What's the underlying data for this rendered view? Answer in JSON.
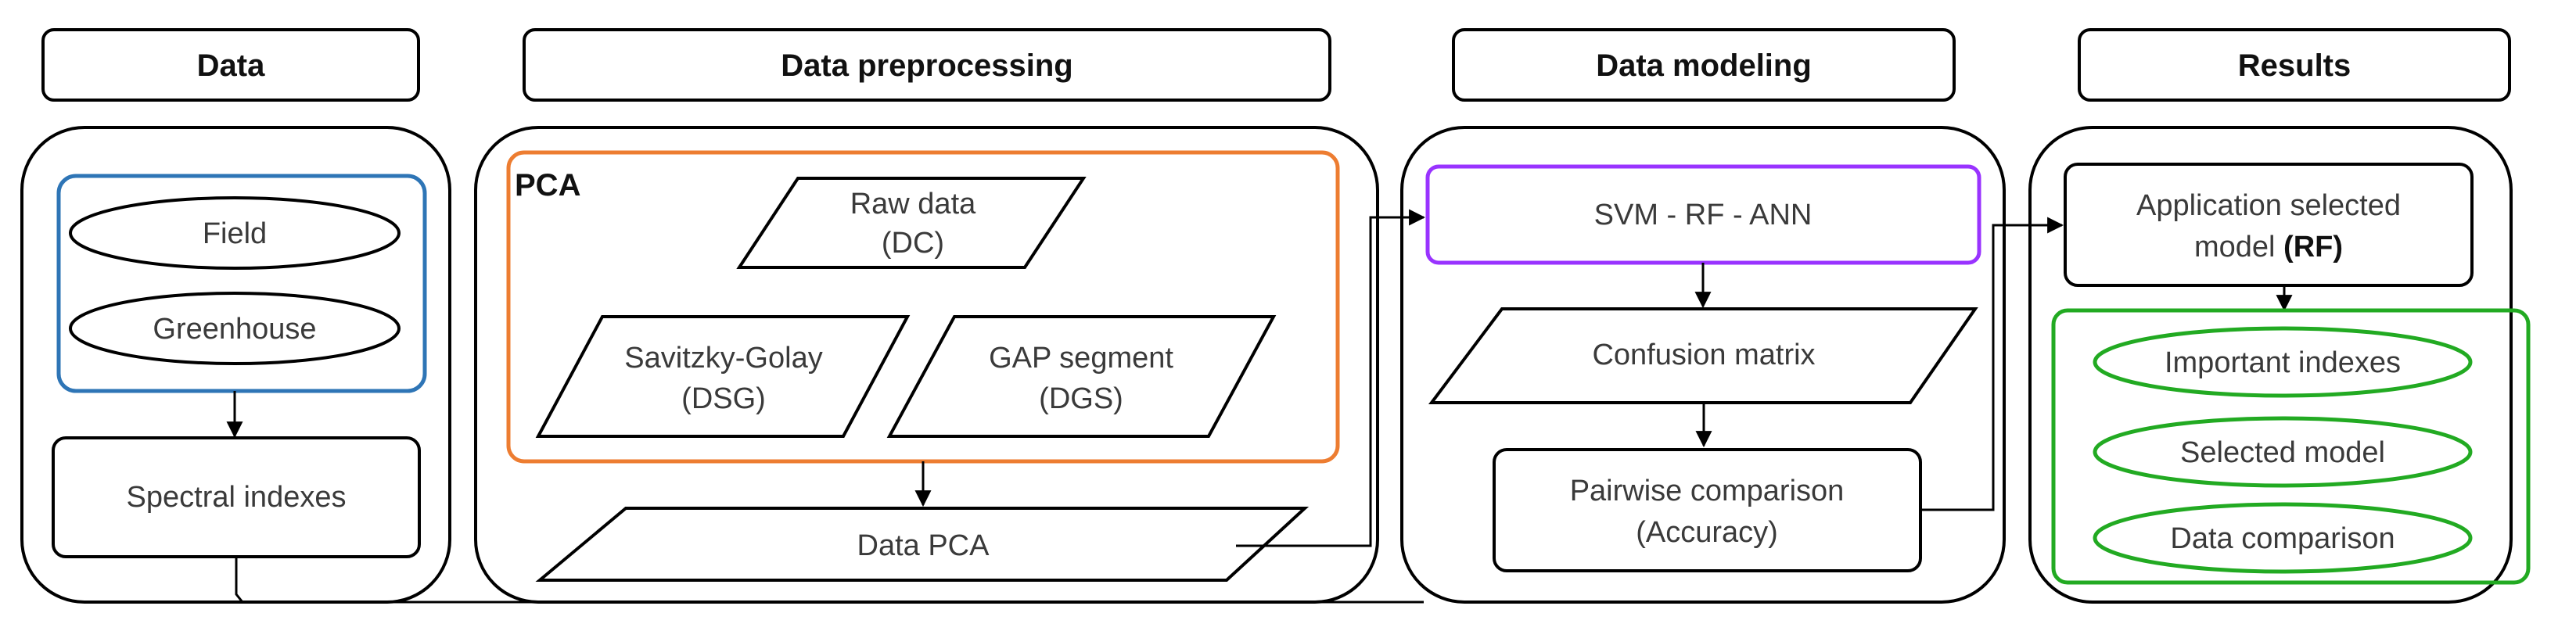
{
  "headers": {
    "data": "Data",
    "preprocessing": "Data preprocessing",
    "modeling": "Data modeling",
    "results": "Results"
  },
  "data_panel": {
    "field": "Field",
    "greenhouse": "Greenhouse",
    "spectral_indexes": "Spectral indexes"
  },
  "preprocessing_panel": {
    "pca_label": "PCA",
    "raw_data": "Raw data",
    "raw_data_code": "(DC)",
    "savitzky_golay": "Savitzky-Golay",
    "savitzky_golay_code": "(DSG)",
    "gap_segment": "GAP segment",
    "gap_segment_code": "(DGS)",
    "data_pca": "Data PCA"
  },
  "modeling_panel": {
    "models": "SVM - RF - ANN",
    "confusion_matrix": "Confusion matrix",
    "pairwise_line1": "Pairwise comparison",
    "pairwise_line2": "(Accuracy)"
  },
  "results_panel": {
    "application_line1": "Application selected",
    "application_line2": "model",
    "application_bold": "(RF)",
    "important_indexes": "Important indexes",
    "selected_model": "Selected model",
    "data_comparison": "Data comparison"
  },
  "colors": {
    "data_group": "#2e75b6",
    "pca_group": "#ed7d31",
    "model_box": "#9933ff",
    "results_group": "#22aa22",
    "stroke": "#000000"
  }
}
